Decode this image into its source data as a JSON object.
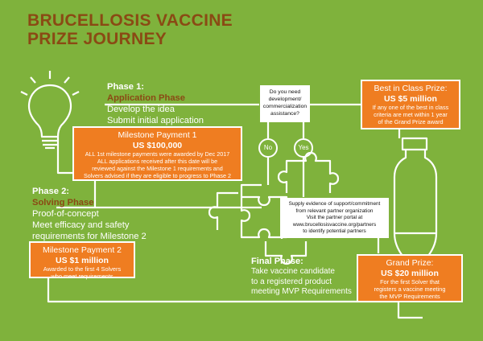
{
  "title": {
    "line1": "BRUCELLOSIS VACCINE",
    "line2": "PRIZE JOURNEY"
  },
  "phase1": {
    "heading": "Phase 1:",
    "subheading": "Application Phase",
    "lines": [
      "Develop the idea",
      "Submit initial application"
    ]
  },
  "milestone1": {
    "title": "Milestone Payment 1",
    "amount": "US $100,000",
    "lines": [
      "ALL 1st milestone payments were awarded by Dec 2017",
      "ALL applications received after this date will be",
      "reviewed against the Milestone 1 requirements  and",
      "Solvers advised if they are eligible to progress to Phase 2"
    ]
  },
  "phase2": {
    "heading": "Phase 2:",
    "subheading": "Solving Phase",
    "lines": [
      "Proof-of-concept",
      "Meet efficacy and safety",
      "requirements for Milestone 2"
    ]
  },
  "milestone2": {
    "title": "Milestone Payment 2",
    "amount": "US $1 million",
    "lines": [
      "Awarded to the first 4 Solvers",
      "who meet requirements"
    ]
  },
  "question": {
    "lines": [
      "Do you need",
      "development/",
      "commercialization",
      "assistance?"
    ]
  },
  "no_label": "No",
  "yes_label": "Yes",
  "partner": {
    "lines": [
      "Supply evidence of  support/commitment",
      "from relevant  partner organization",
      "Visit the partner portal at",
      "www.brucellosisvaccine.org/partners",
      "to identify potential partners"
    ]
  },
  "final": {
    "heading": "Final Phase:",
    "lines": [
      "Take vaccine candidate",
      "to a registered product",
      "meeting MVP Requirements"
    ]
  },
  "best_in_class": {
    "title": "Best in Class Prize:",
    "amount": "US $5 million",
    "lines": [
      "If any one of the best in class",
      "criteria are met within 1 year",
      "of the Grand Prize award"
    ]
  },
  "grand_prize": {
    "title": "Grand Prize:",
    "amount": "US $20 million",
    "lines": [
      "For the first Solver that",
      "registers a vaccine meeting",
      "the MVP Requirements"
    ]
  },
  "colors": {
    "background": "#7fb23c",
    "orange": "#ef7d21",
    "brown": "#8a4a14",
    "white": "#ffffff"
  }
}
